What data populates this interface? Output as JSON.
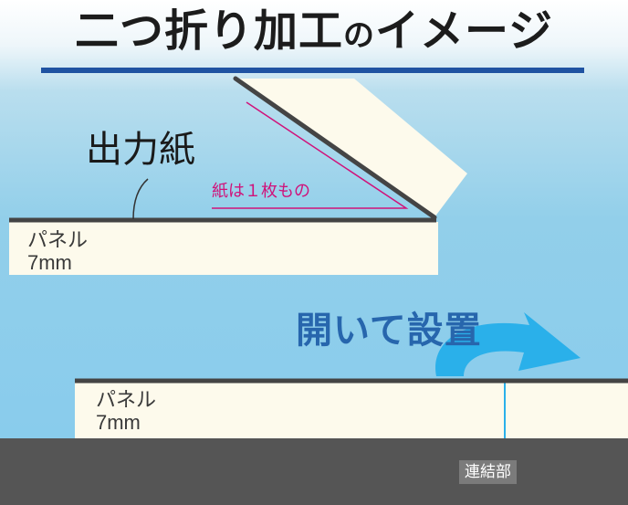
{
  "title": {
    "part1": "二つ折り加工",
    "part2": "の",
    "part3": "イメージ"
  },
  "labels": {
    "output_paper": "出力紙",
    "single_sheet": "紙は１枚もの",
    "panel_top_name": "パネル",
    "panel_top_thickness": "7mm",
    "panel_bottom_name": "パネル",
    "panel_bottom_thickness": "7mm",
    "open_and_install": "開いて設置",
    "joint": "連結部"
  },
  "colors": {
    "title_underline": "#1f53a2",
    "panel_fill": "#fdfaec",
    "paper_edge": "#444444",
    "accent_magenta": "#d0127a",
    "arrow": "#2ab0ea",
    "heading_blue": "#2766ad",
    "base": "#555555"
  }
}
